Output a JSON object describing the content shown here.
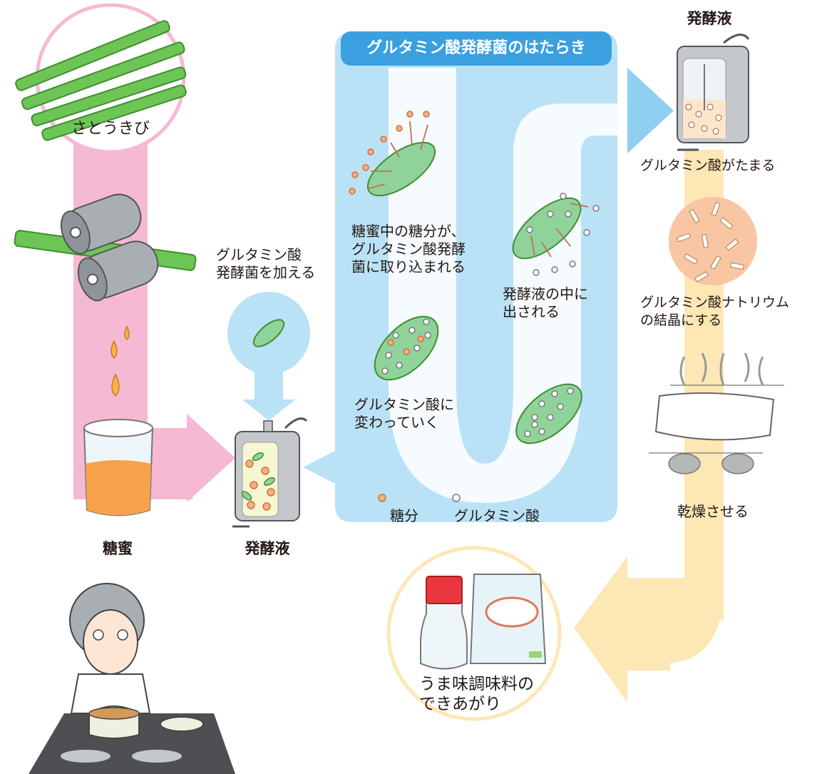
{
  "title_banner": "グルタミン酸発酵菌のはたらき",
  "labels": {
    "sugarcane": "さとうきび",
    "molasses": "糖蜜",
    "broth_left": "発酵液",
    "add_bacteria": "グルタミン酸\n発酵菌を加える",
    "uptake": "糖蜜中の糖分が、\nグルタミン酸発酵\n菌に取り込まれる",
    "convert": "グルタミン酸に\n変わっていく",
    "release": "発酵液の中に\n出される",
    "broth_right": "発酵液",
    "accumulate": "グルタミン酸がたまる",
    "crystallize": "グルタミン酸ナトリウム\nの結晶にする",
    "dry": "乾燥させる",
    "finished": "うま味調味料の\nできあがり"
  },
  "legend": {
    "sugar": "糖分",
    "glutamate": "グルタミン酸"
  },
  "colors": {
    "pink_flow": "#f5b9d3",
    "blue_panel": "#b9e2f6",
    "banner_blue": "#3aa0df",
    "yellow_flow": "#fde7b5",
    "bacteria_green": "#8fd39a",
    "cane_green": "#5fbf4c",
    "molasses_orange": "#f6a24a",
    "sugar_dot": "#f4b183",
    "arrow_brown": "#c0705a"
  }
}
